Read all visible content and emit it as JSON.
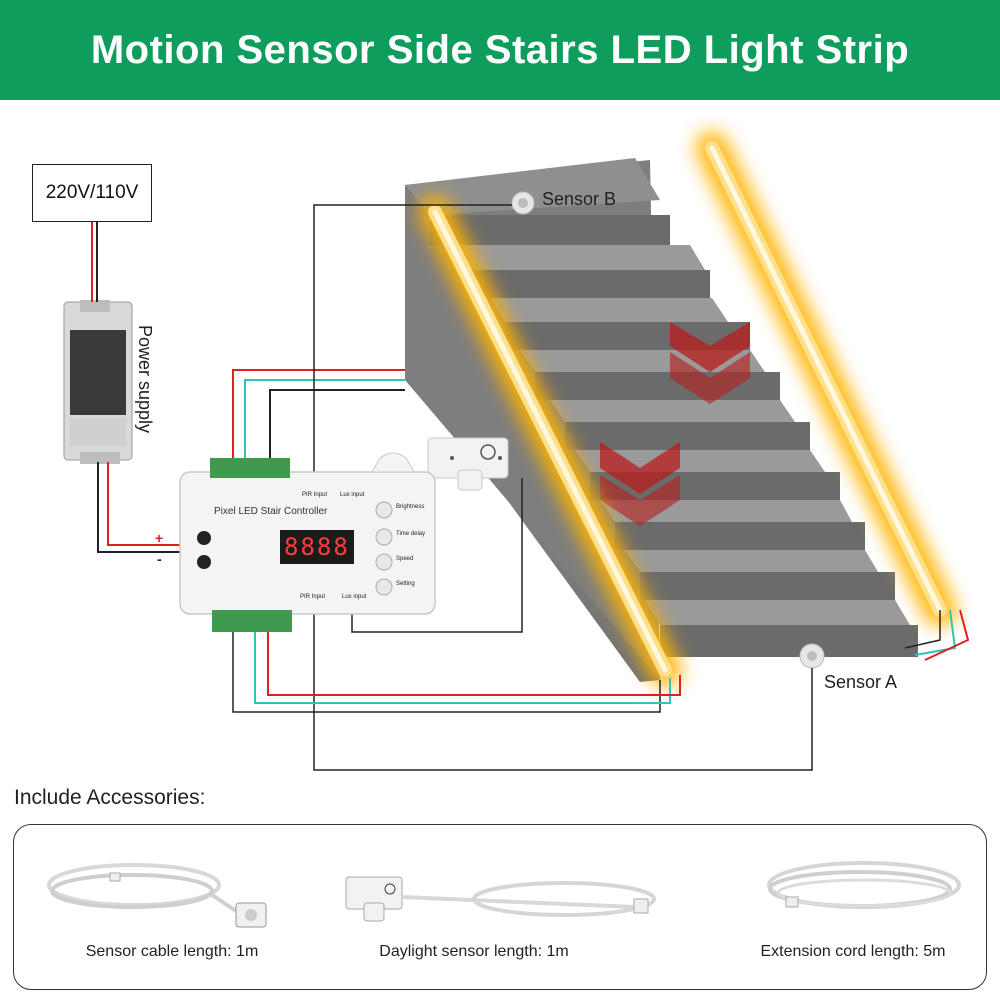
{
  "title": "Motion Sensor Side Stairs LED Light Strip",
  "diagram": {
    "voltage_label": "220V/110V",
    "power_supply_label": "Power supply",
    "sensor_b_label": "Sensor B",
    "sensor_a_label": "Sensor A",
    "controller": {
      "title": "Pixel LED Stair Controller",
      "display": "8888",
      "pir_input_top": "PIR Input",
      "pir_input_bottom": "PIR Input",
      "lux_input_top": "Lux input",
      "lux_input_bottom": "Lux input",
      "buttons": [
        "Brightness",
        "Time delay",
        "Speed",
        "Setting"
      ],
      "plus": "+",
      "minus": "-"
    },
    "colors": {
      "red_wire": "#e02020",
      "cyan_wire": "#2ec4b6",
      "black_wire": "#222222",
      "led_glow": "#ffb300",
      "stair": "#8a8a8a",
      "arrow": "#c0392b"
    }
  },
  "accessories": {
    "heading": "Include Accessories:",
    "items": [
      {
        "caption": "Sensor cable length: 1m",
        "icon": "sensor-cable-icon"
      },
      {
        "caption": "Daylight sensor length: 1m",
        "icon": "daylight-sensor-icon"
      },
      {
        "caption": "Extension cord length: 5m",
        "icon": "extension-cord-icon"
      }
    ]
  }
}
